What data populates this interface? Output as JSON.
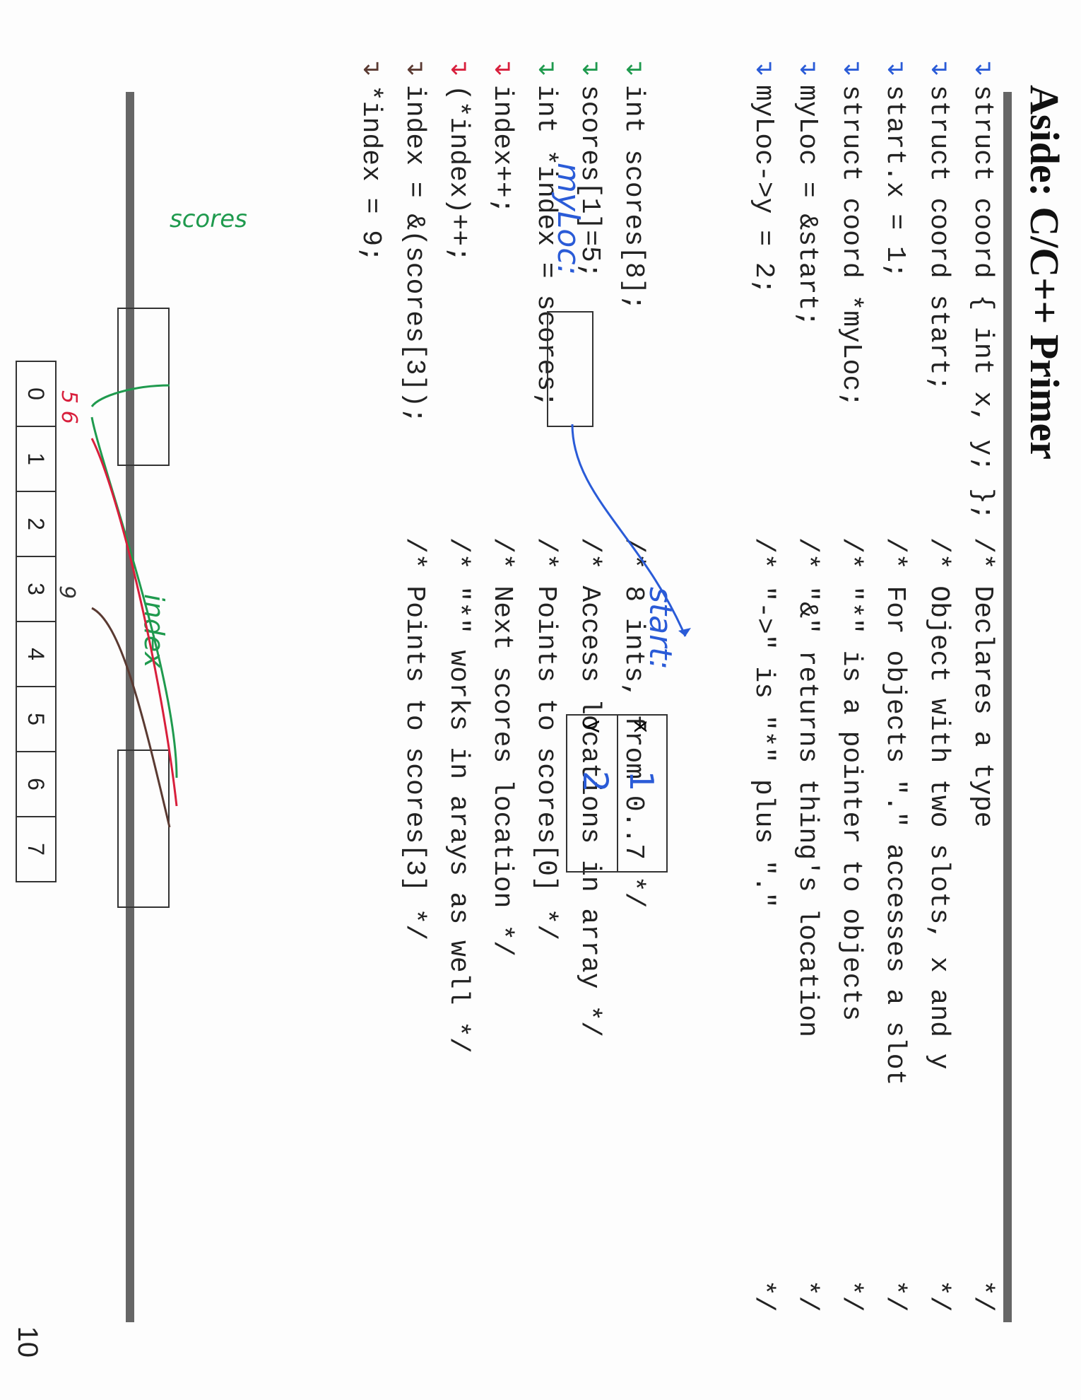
{
  "title": "Aside: C/C++ Primer",
  "page_number": "10",
  "struct_section": [
    {
      "code": "struct coord { int x, y; };",
      "comment": "/* Declares a type",
      "end": "*/",
      "arrow_color": "#2a5bd7"
    },
    {
      "code": "struct coord start;",
      "comment": "/* Object with two slots, x and y",
      "end": "*/",
      "arrow_color": "#2a5bd7"
    },
    {
      "code": "start.x = 1;",
      "comment": "/* For objects \".\" accesses a slot",
      "end": "*/",
      "arrow_color": "#2a5bd7"
    },
    {
      "code": "struct coord *myLoc;",
      "comment": "/* \"*\" is a pointer to objects",
      "end": "*/",
      "arrow_color": "#2a5bd7"
    },
    {
      "code": "myLoc = &start;",
      "comment": "/* \"&\" returns thing's location",
      "end": "*/",
      "arrow_color": "#2a5bd7"
    },
    {
      "code": "myLoc->y = 2;",
      "comment": "/* \"->\" is \"*\" plus \".\"",
      "end": "*/",
      "arrow_color": "#2a5bd7"
    }
  ],
  "array_section": [
    {
      "code": "int scores[8];",
      "comment": "/* 8 ints, from 0..7 */",
      "arrow_color": "#1f9a4e"
    },
    {
      "code": "scores[1]=5;",
      "comment": "/* Access locations in array */",
      "arrow_color": "#1f9a4e"
    },
    {
      "code": "int *index = scores;",
      "comment": "/* Points to scores[0] */",
      "arrow_color": "#1f9a4e"
    },
    {
      "code": "index++;",
      "comment": "/* Next scores location */",
      "arrow_color": "#d81f3c"
    },
    {
      "code": "(*index)++;",
      "comment": "/* \"*\" works in arays as well */",
      "arrow_color": "#d81f3c"
    },
    {
      "code": "index = &(scores[3]);",
      "comment": "/* Points to scores[3] */",
      "arrow_color": "#5a3a32"
    },
    {
      "code": "*index = 9;",
      "comment": "",
      "arrow_color": "#5a3a32"
    }
  ],
  "annotations": {
    "myloc_label": "myLoc:",
    "start_label": "start:",
    "scores_label": "scores",
    "index_label": "index",
    "struct_slots": [
      {
        "slot": "x",
        "value": "1"
      },
      {
        "slot": "y",
        "value": "2"
      }
    ]
  },
  "array_cells": [
    "0",
    "1",
    "2",
    "3",
    "4",
    "5",
    "6",
    "7"
  ],
  "array_overwrites": {
    "1": "5 6",
    "3": "9"
  },
  "colors": {
    "blue": "#2a5bd7",
    "green": "#1f9a4e",
    "red": "#d81f3c",
    "brown": "#5a3a32"
  }
}
